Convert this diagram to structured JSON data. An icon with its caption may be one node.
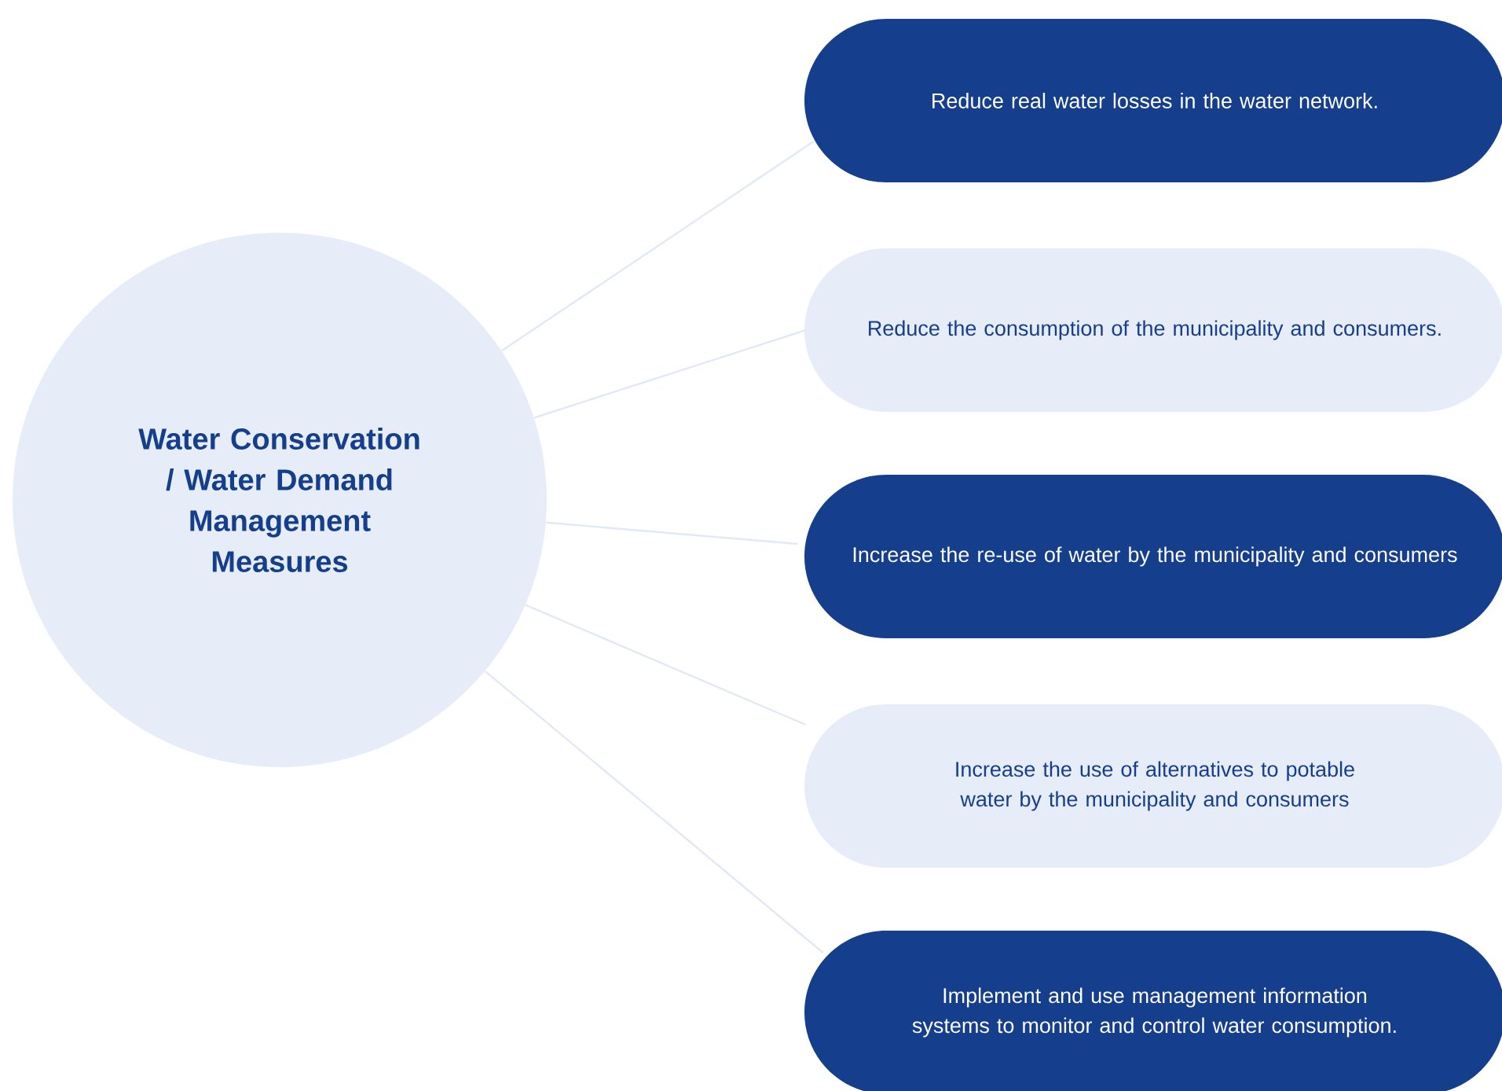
{
  "diagram": {
    "nodes": [
      {
        "text": [
          "Water Conservation / Water Demand Management Measures"
        ]
      },
      {
        "text": [
          "Reduce real water losses in the water network."
        ]
      },
      {
        "text": [
          "Reduce the consumption of the municipality and consumers."
        ]
      },
      {
        "text": [
          "Increase the re-use of water by the municipality and consumers"
        ]
      },
      {
        "text": [
          "Increase the use of alternatives to potable water by the municipality and consumers"
        ]
      },
      {
        "text": [
          "Implement and use management information systems to monitor and control water consumption."
        ]
      }
    ],
    "edges": [
      {
        "from": 0,
        "to": 1,
        "arrow": "none"
      },
      {
        "from": 0,
        "to": 2,
        "arrow": "none"
      },
      {
        "from": 0,
        "to": 3,
        "arrow": "none"
      },
      {
        "from": 0,
        "to": 4,
        "arrow": "none"
      },
      {
        "from": 0,
        "to": 5,
        "arrow": "none"
      }
    ]
  }
}
